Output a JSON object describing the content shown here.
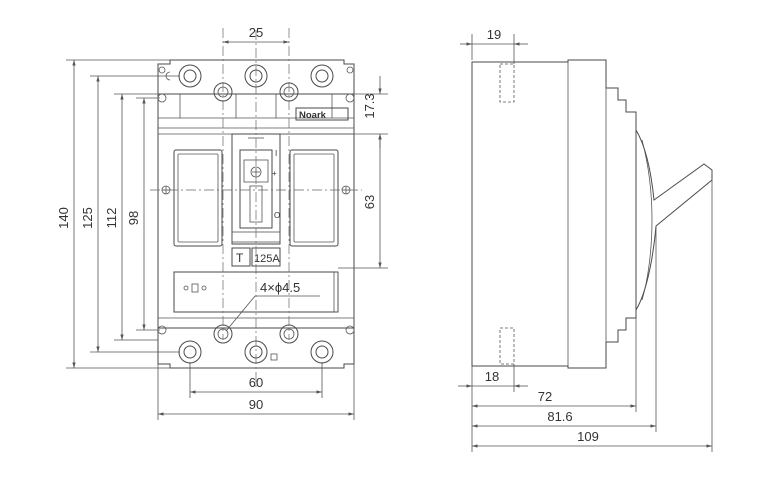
{
  "brand": "Noark",
  "rating_label": "125A",
  "trip_symbol": "T",
  "handle_marks": {
    "on": "I",
    "off": "O"
  },
  "hole_note": "4×ϕ4.5",
  "front_view": {
    "dim_25": "25",
    "dim_140": "140",
    "dim_125": "125",
    "dim_112": "112",
    "dim_98": "98",
    "dim_17_3": "17.3",
    "dim_63": "63",
    "dim_60": "60",
    "dim_90": "90"
  },
  "side_view": {
    "dim_19": "19",
    "dim_18": "18",
    "dim_72": "72",
    "dim_81_6": "81.6",
    "dim_109": "109"
  }
}
